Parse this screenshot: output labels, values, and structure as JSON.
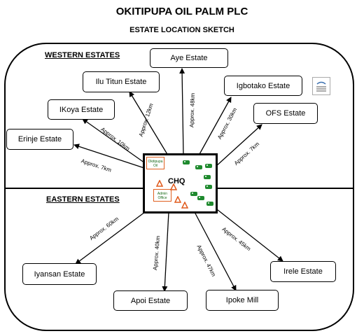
{
  "header": {
    "title": "OKITIPUPA OIL PALM PLC",
    "subtitle": "ESTATE LOCATION SKETCH"
  },
  "regions": {
    "western": "WESTERN ESTATES",
    "eastern": "EASTERN ESTATES"
  },
  "hq": {
    "label": "CHQ",
    "okitipupa_oil": "Okitipupa Oil",
    "admin_office": "Admin Office"
  },
  "estates": {
    "aye": {
      "name": "Aye Estate",
      "distance": "Approx. 48km"
    },
    "ilu_titun": {
      "name": "Ilu Titun Estate",
      "distance": "Approx. 12km"
    },
    "igbotako": {
      "name": "Igbotako Estate",
      "distance": "Approx. 30km"
    },
    "ikoya": {
      "name": "IKoya Estate",
      "distance": "Approx. 10km"
    },
    "ofs": {
      "name": "OFS Estate",
      "distance": "Approx. 7km"
    },
    "erinje": {
      "name": "Erinje Estate",
      "distance": "Approx. 7km"
    },
    "iyansan": {
      "name": "Iyansan Estate",
      "distance": "Approx. 60km"
    },
    "apoi": {
      "name": "Apoi Estate",
      "distance": "Approx. 40km"
    },
    "ipoke": {
      "name": "Ipoke Mill",
      "distance": "Approx. 47km"
    },
    "irele": {
      "name": "Irele Estate",
      "distance": "Approx. 45km"
    }
  },
  "colors": {
    "palm_green": "#1f8a2e",
    "building_orange": "#e05a1c",
    "line": "#000000"
  }
}
